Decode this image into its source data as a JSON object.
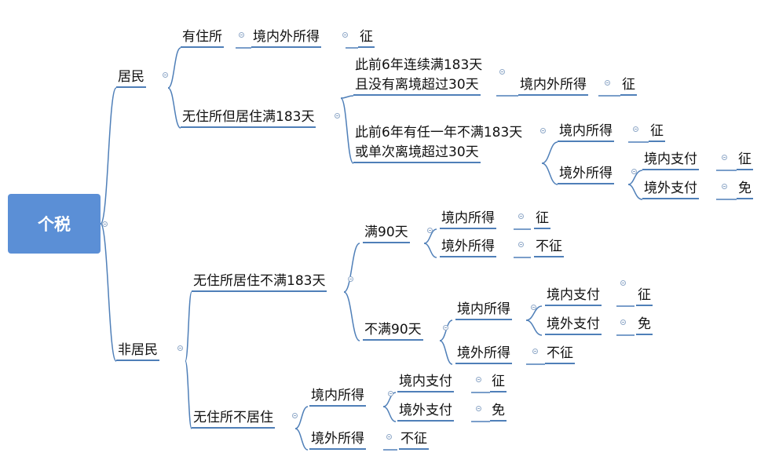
{
  "root": "个税",
  "branches": {
    "resident": "居民",
    "res_domicile": "有住所",
    "res_domicile_income": "境内外所得",
    "res_domicile_result": "征",
    "res_nodom": "无住所但居住满183天",
    "cond_a_line1": "此前6年连续满183天",
    "cond_a_line2": "且没有离境超过30天",
    "cond_a_income": "境内外所得",
    "cond_a_result": "征",
    "cond_b_line1": "此前6年有任一年不满183天",
    "cond_b_line2": "或单次离境超过30天",
    "cond_b_domestic": "境内所得",
    "cond_b_domestic_result": "征",
    "cond_b_foreign": "境外所得",
    "cond_b_foreign_in_pay": "境内支付",
    "cond_b_foreign_in_pay_result": "征",
    "cond_b_foreign_out_pay": "境外支付",
    "cond_b_foreign_out_pay_result": "免",
    "nonresident": "非居民",
    "nr_lt183": "无住所居住不满183天",
    "nr_full90": "满90天",
    "nr_full90_domestic": "境内所得",
    "nr_full90_domestic_result": "征",
    "nr_full90_foreign": "境外所得",
    "nr_full90_foreign_result": "不征",
    "nr_lt90": "不满90天",
    "nr_lt90_domestic": "境内所得",
    "nr_lt90_dom_in_pay": "境内支付",
    "nr_lt90_dom_in_pay_result": "征",
    "nr_lt90_dom_out_pay": "境外支付",
    "nr_lt90_dom_out_pay_result": "免",
    "nr_lt90_foreign": "境外所得",
    "nr_lt90_foreign_result": "不征",
    "nr_noreside": "无住所不居住",
    "nr_noreside_domestic": "境内所得",
    "nr_noreside_dom_in_pay": "境内支付",
    "nr_noreside_dom_in_pay_result": "征",
    "nr_noreside_dom_out_pay": "境外支付",
    "nr_noreside_dom_out_pay_result": "免",
    "nr_noreside_foreign": "境外所得",
    "nr_noreside_foreign_result": "不征"
  },
  "colors": {
    "root_fill": "#5b8fd6",
    "connector": "#4f7fb8",
    "text": "#111111"
  }
}
